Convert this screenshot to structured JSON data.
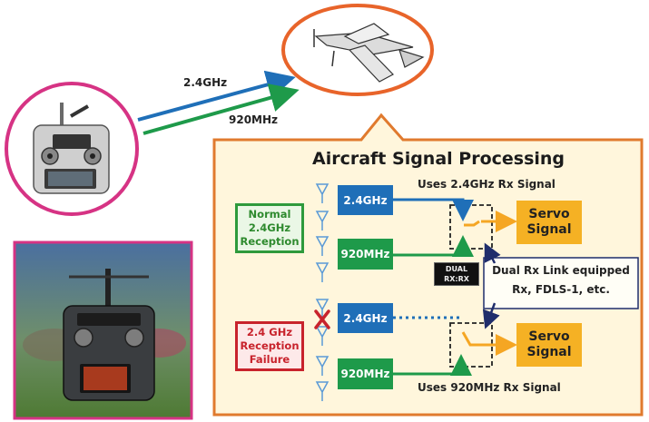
{
  "freq_labels": {
    "band_24": "2.4GHz",
    "band_920": "920MHz"
  },
  "panel": {
    "title": "Aircraft Signal Processing"
  },
  "notes": {
    "uses_24": "Uses 2.4GHz Rx Signal",
    "uses_920": "Uses 920MHz Rx Signal",
    "dual_link_line1": "Dual Rx Link equipped",
    "dual_link_line2": "Rx, FDLS-1, etc.",
    "dual_logo_line1": "DUAL",
    "dual_logo_line2": "RX:RX"
  },
  "status": {
    "normal_line1": "Normal",
    "normal_line2": "2.4GHz",
    "normal_line3": "Reception",
    "fail_line1": "2.4 GHz",
    "fail_line2": "Reception",
    "fail_line3": "Failure"
  },
  "servo": {
    "line1": "Servo",
    "line2": "Signal"
  },
  "colors": {
    "band_24": "#1f6fb8",
    "band_920": "#1e9a4a",
    "panel_border": "#e07a2e",
    "panel_fill": "#fff6dc",
    "transmitter_ring": "#d63384",
    "aircraft_ring": "#e8642a",
    "servo": "#f5b124",
    "fail": "#c8232c",
    "ok": "#2e9a3c"
  }
}
